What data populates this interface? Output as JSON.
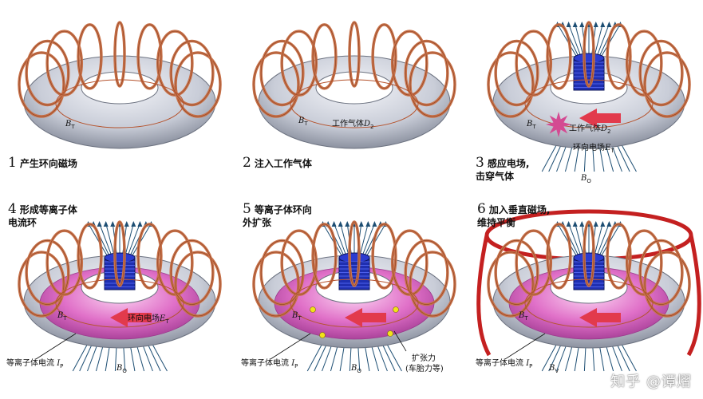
{
  "panels": [
    {
      "num": "1",
      "title": "产生环向磁场",
      "title2": "",
      "labels": {
        "bt": "B",
        "bt_sub": "T"
      }
    },
    {
      "num": "2",
      "title": "注入工作气体",
      "title2": "",
      "labels": {
        "bt": "B",
        "bt_sub": "T",
        "gas": "工作气体",
        "gas_sym": "D",
        "gas_sub": "2"
      }
    },
    {
      "num": "3",
      "title": "感应电场,",
      "title2": "击穿气体",
      "labels": {
        "bt": "B",
        "bt_sub": "T",
        "gas": "工作气体",
        "gas_sym": "D",
        "gas_sub": "2",
        "field": "环向电场",
        "field_sym": "E",
        "field_sub": "T",
        "bo": "B",
        "bo_sub": "O"
      }
    },
    {
      "num": "4",
      "title": "形成等离子体",
      "title2": "电流环",
      "labels": {
        "bt": "B",
        "bt_sub": "T",
        "field": "环向电场",
        "field_sym": "E",
        "field_sub": "T",
        "bo": "B",
        "bo_sub": "O",
        "current": "等离子体电流",
        "current_sym": "I",
        "current_sub": "P"
      }
    },
    {
      "num": "5",
      "title": "等离子体环向",
      "title2": "外扩张",
      "labels": {
        "bt": "B",
        "bt_sub": "T",
        "bo": "B",
        "bo_sub": "O",
        "current": "等离子体电流",
        "current_sym": "I",
        "current_sub": "P",
        "force": "扩张力",
        "force2": "(车胎力等)"
      }
    },
    {
      "num": "6",
      "title": "加入垂直磁场,",
      "title2": "维持平衡",
      "labels": {
        "bt": "B",
        "bt_sub": "T",
        "bv": "B",
        "bv_sub": "V",
        "current": "等离子体电流",
        "current_sym": "I",
        "current_sub": "P"
      }
    }
  ],
  "watermark": "知乎 @谭熠",
  "colors": {
    "coil": "#c8724a",
    "torus": "#c9cdd8",
    "plasma": "#e070c8",
    "solenoid": "#1f2fb0",
    "fieldline": "#1d4e73",
    "arrow_red": "#e23a4c",
    "vertical_coil": "#c42020"
  }
}
